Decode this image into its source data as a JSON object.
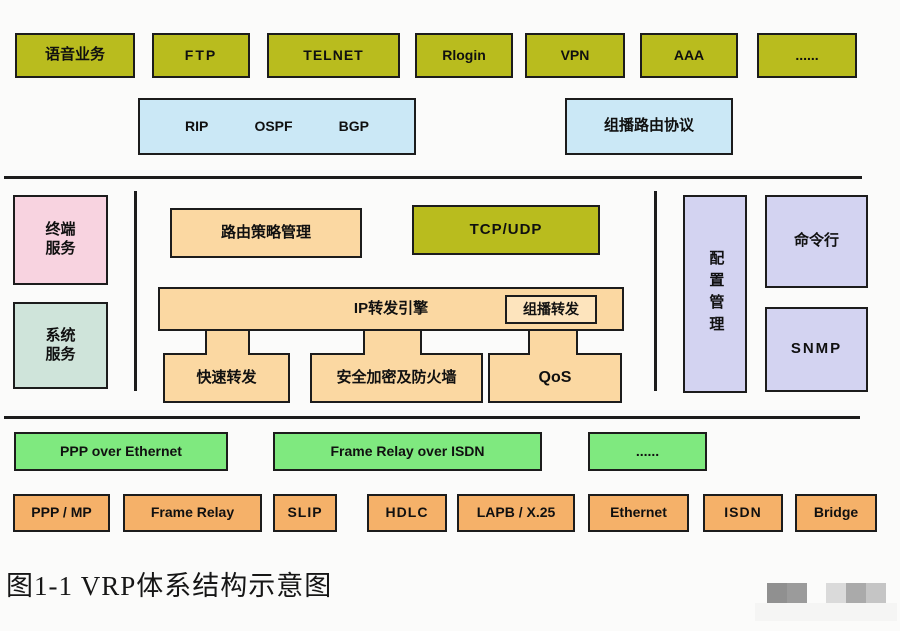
{
  "colors": {
    "olive": "#b9bc1e",
    "light_blue": "#cbe8f6",
    "pink": "#f8d3e0",
    "teal": "#cfe4da",
    "peach": "#fbd8a2",
    "peach_light": "#fde4bd",
    "lavender": "#d3d3f1",
    "green": "#7fe97f",
    "orange": "#f5b169",
    "border": "#1c1c1c",
    "bg": "#fbfbfa"
  },
  "app_row": [
    "语音业务",
    "FTP",
    "TELNET",
    "Rlogin",
    "VPN",
    "AAA",
    "......"
  ],
  "routing_row": {
    "unicast_protocols": [
      "RIP",
      "OSPF",
      "BGP"
    ],
    "multicast_label": "组播路由协议"
  },
  "middle": {
    "terminal_service": "终端\n服务",
    "system_service": "系统\n服务",
    "routing_policy": "路由策略管理",
    "tcp_udp": "TCP/UDP",
    "ip_forwarding_engine": "IP转发引擎",
    "multicast_forwarding": "组播转发",
    "fast_forwarding": "快速转发",
    "security_firewall": "安全加密及防火墙",
    "qos": "QoS",
    "config_management": "配置管理",
    "cli": "命令行",
    "snmp": "SNMP"
  },
  "link_row": [
    "PPP over Ethernet",
    "Frame Relay over ISDN",
    "......"
  ],
  "datalink_row": [
    "PPP / MP",
    "Frame Relay",
    "SLIP",
    "HDLC",
    "LAPB / X.25",
    "Ethernet",
    "ISDN",
    "Bridge"
  ],
  "caption": "图1-1 VRP体系结构示意图"
}
